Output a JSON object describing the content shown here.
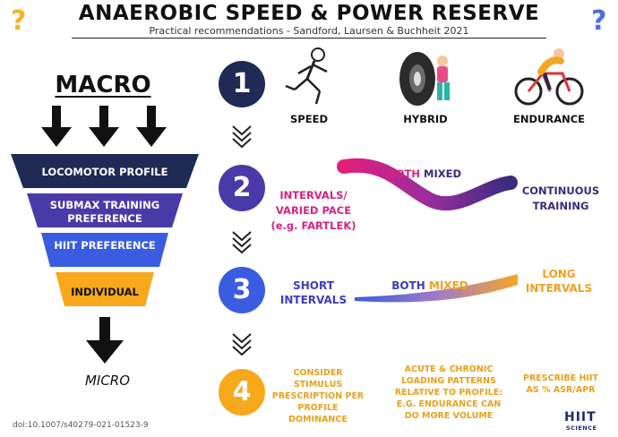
{
  "header": {
    "title": "ANAEROBIC SPEED & POWER RESERVE",
    "subtitle": "Practical recommendations - Sandford, Laursen & Buchheit 2021",
    "question_mark_left": "?",
    "question_mark_right": "?",
    "accent_left": "#f0b429",
    "accent_right": "#4f6be8"
  },
  "funnel": {
    "top_label": "MACRO",
    "bottom_label": "MICRO",
    "levels": [
      {
        "label": "LOCOMOTOR PROFILE",
        "color": "#1f2a55"
      },
      {
        "label": "SUBMAX TRAINING PREFERENCE",
        "color": "#4a3aa8"
      },
      {
        "label": "HIIT PREFERENCE",
        "color": "#3a5ce0"
      },
      {
        "label": "INDIVIDUAL",
        "color": "#f7a81b"
      }
    ]
  },
  "steps": [
    {
      "number": "1",
      "color": "#1f2a55"
    },
    {
      "number": "2",
      "color": "#4a3aa8"
    },
    {
      "number": "3",
      "color": "#3a5ce0"
    },
    {
      "number": "4",
      "color": "#f7a81b"
    }
  ],
  "row1": {
    "columns": [
      "SPEED",
      "HYBRID",
      "ENDURANCE"
    ],
    "icons": [
      "sprinter-icon",
      "tyre-flip-icon",
      "cyclist-icon"
    ]
  },
  "row2": {
    "left": "INTERVALS/ VARIED PACE (e.g. FARTLEK)",
    "middle_both": "BOTH",
    "middle_mixed": "MIXED",
    "right": "CONTINUOUS TRAINING"
  },
  "row3": {
    "left": "SHORT INTERVALS",
    "middle_both": "BOTH",
    "middle_mixed": "MIXED",
    "right": "LONG INTERVALS"
  },
  "row4": {
    "col1": "CONSIDER STIMULUS PRESCRIPTION PER PROFILE DOMINANCE",
    "col2": "ACUTE & CHRONIC LOADING PATTERNS RELATIVE TO PROFILE: E.G. ENDURANCE CAN DO MORE VOLUME",
    "col3": "PRESCRIBE HIIT AS % ASR/APR"
  },
  "footer": {
    "doi": "doi:10.1007/s40279-021-01523-9",
    "logo_main": "HIIT",
    "logo_sub": "SCIENCE"
  }
}
